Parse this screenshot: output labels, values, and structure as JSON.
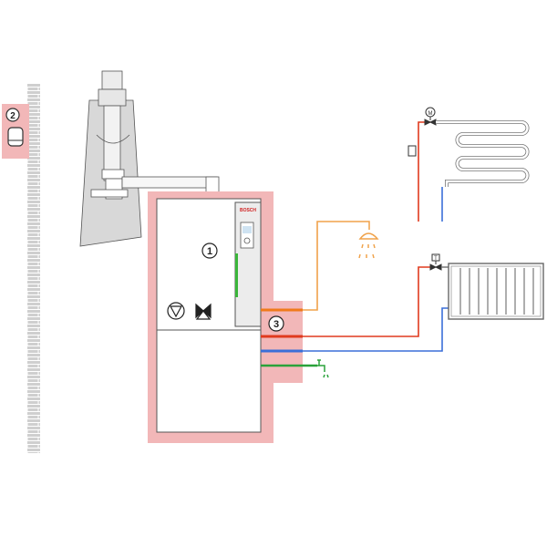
{
  "markers": {
    "boiler": "1",
    "outdoor_sensor": "2",
    "connections": "3"
  },
  "boiler_brand": "BOSCH",
  "colors": {
    "zone": "#f2b7b8",
    "hot_water": "#f0a24a",
    "heating_flow": "#e03a1e",
    "heating_return": "#3a6fd8",
    "cold_water": "#2aa23a",
    "gas": "#f07a1a",
    "wall": "#cfcfcf",
    "indicator": "#3ab53a"
  },
  "icons": [
    "outdoor-sensor-icon",
    "pump-icon",
    "diverter-valve-icon",
    "shower-icon",
    "tap-icon",
    "motorized-valve-icon",
    "thermostatic-valve-icon",
    "radiator-icon",
    "underfloor-heating-icon"
  ]
}
